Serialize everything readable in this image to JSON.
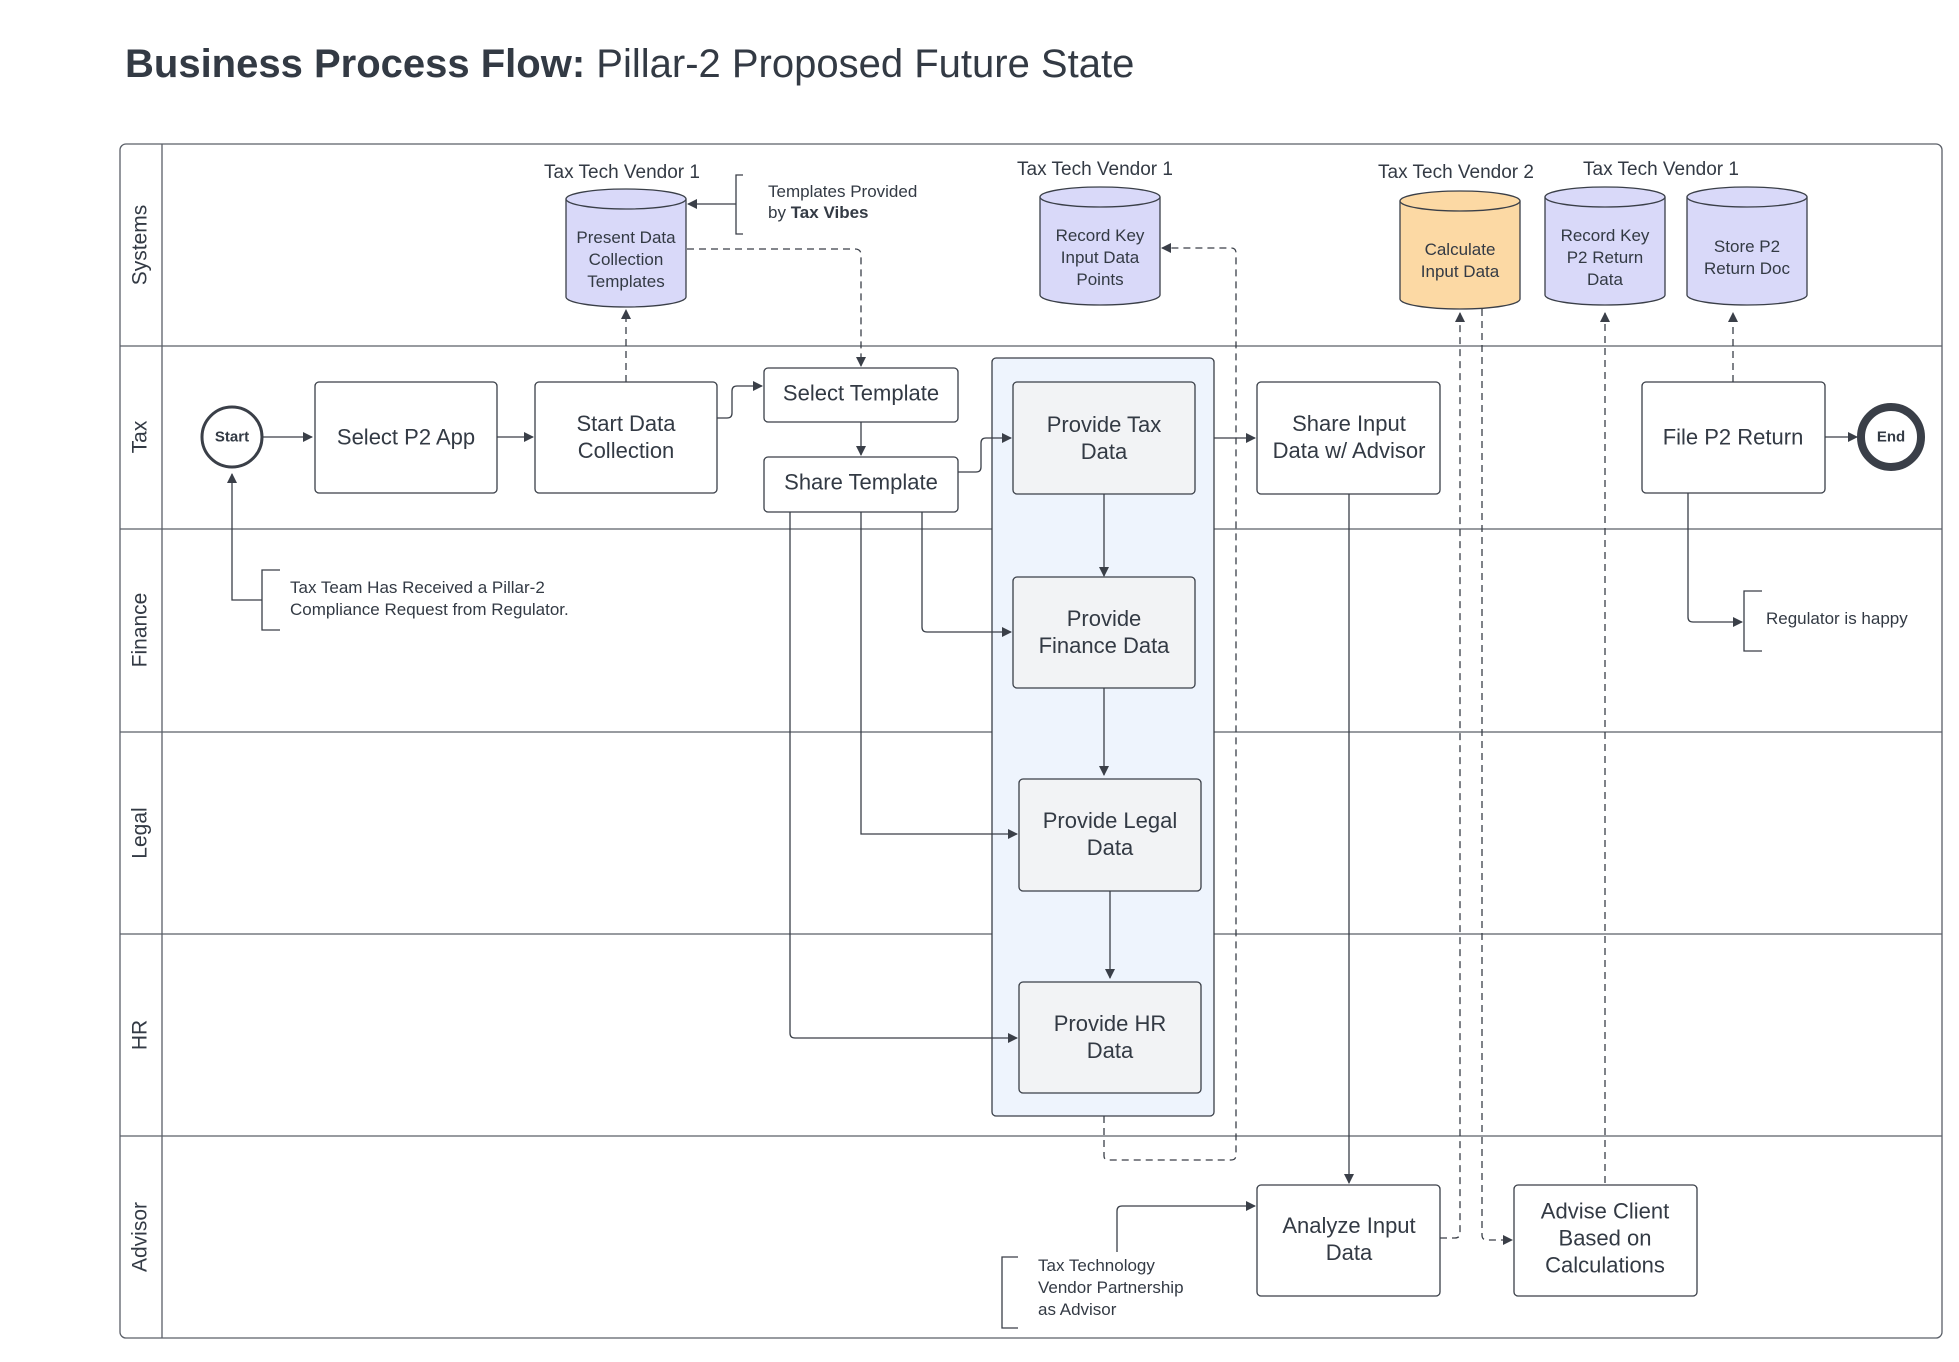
{
  "title": {
    "bold": "Business Process Flow:",
    "rest": "Pillar-2 Proposed Future State"
  },
  "lanes": {
    "systems": "Systems",
    "tax": "Tax",
    "finance": "Finance",
    "legal": "Legal",
    "hr": "HR",
    "advisor": "Advisor"
  },
  "events": {
    "start": "Start",
    "end": "End"
  },
  "processes": {
    "select_p2_app": [
      "Select P2 App"
    ],
    "start_data_collection": [
      "Start Data",
      "Collection"
    ],
    "select_template": [
      "Select Template"
    ],
    "share_template": [
      "Share Template"
    ],
    "provide_tax_data": [
      "Provide Tax",
      "Data"
    ],
    "share_input_data": [
      "Share Input",
      "Data w/ Advisor"
    ],
    "file_p2_return": [
      "File P2 Return"
    ],
    "provide_finance_data": [
      "Provide",
      "Finance Data"
    ],
    "provide_legal_data": [
      "Provide Legal",
      "Data"
    ],
    "provide_hr_data": [
      "Provide HR",
      "Data"
    ],
    "analyze_input_data": [
      "Analyze Input",
      "Data"
    ],
    "advise_client": [
      "Advise Client",
      "Based on",
      "Calculations"
    ]
  },
  "systems": {
    "present_templates": {
      "vendor": "Tax Tech Vendor 1",
      "lines": [
        "Present Data",
        "Collection",
        "Templates"
      ]
    },
    "record_input_points": {
      "vendor": "Tax Tech Vendor 1",
      "lines": [
        "Record Key",
        "Input Data",
        "Points"
      ]
    },
    "calculate_input": {
      "vendor": "Tax Tech Vendor 2",
      "lines": [
        "Calculate",
        "Input Data"
      ]
    },
    "record_return_data": {
      "vendor": "Tax Tech Vendor 1",
      "lines": [
        "Record Key",
        "P2 Return",
        "Data"
      ]
    },
    "store_return_doc": {
      "vendor": "",
      "lines": [
        "Store P2",
        "Return Doc"
      ]
    }
  },
  "annotations": {
    "templates_provided": {
      "line1": "Templates Provided",
      "line2_prefix": "by ",
      "line2_bold": "Tax Vibes"
    },
    "tax_team_request": [
      "Tax Team Has Received a Pillar-2",
      "Compliance Request from Regulator."
    ],
    "regulator_happy": [
      "Regulator is happy"
    ],
    "vendor_partnership": [
      "Tax Technology",
      "Vendor Partnership",
      "as Advisor"
    ]
  },
  "colors": {
    "line": "#3a3f48",
    "lane_border": "#5a5f68",
    "process_fill": "#ffffff",
    "group_process_fill": "#f2f3f5",
    "group_fill": "#eef4fd",
    "db_purple": "#d9d9f9",
    "db_orange": "#fcd9a4"
  }
}
